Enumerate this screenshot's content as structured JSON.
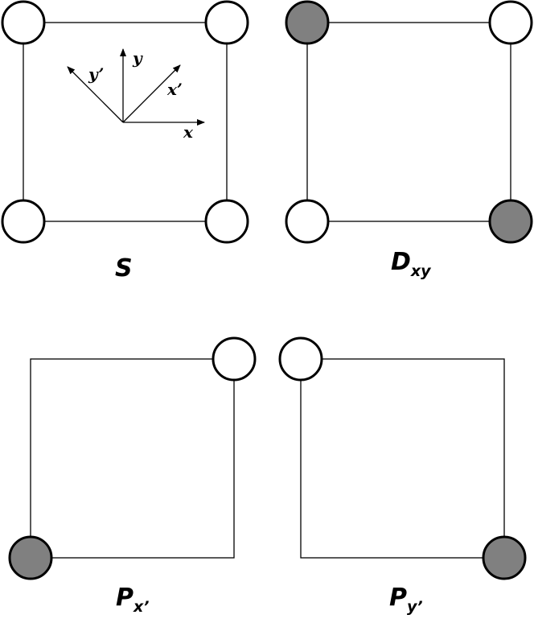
{
  "colors": {
    "line": "#000000",
    "empty_site": "#ffffff",
    "filled_site": "#808080"
  },
  "axes": {
    "x": "x",
    "y": "y",
    "x_prime": "x’",
    "y_prime": "y’"
  },
  "panels": {
    "s": {
      "label": "S",
      "subscript": "",
      "sites": {
        "top_left": "empty",
        "top_right": "empty",
        "bottom_left": "empty",
        "bottom_right": "empty"
      }
    },
    "dxy": {
      "label": "D",
      "subscript": "xy",
      "sites": {
        "top_left": "filled",
        "top_right": "empty",
        "bottom_left": "empty",
        "bottom_right": "filled"
      }
    },
    "px": {
      "label": "P",
      "subscript": "x’",
      "sites": {
        "top_right": "empty",
        "bottom_left": "filled"
      }
    },
    "py": {
      "label": "P",
      "subscript": "y’",
      "sites": {
        "top_left": "empty",
        "bottom_right": "filled"
      }
    }
  }
}
